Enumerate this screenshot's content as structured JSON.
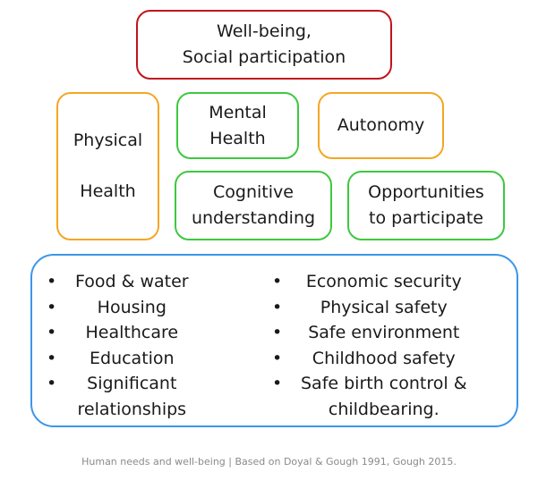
{
  "top_box": {
    "line1": "Well-being,",
    "line2": "Social participation"
  },
  "physical_health": {
    "line1": "Physical",
    "line2": "Health"
  },
  "mental_health": {
    "line1": "Mental",
    "line2": "Health"
  },
  "autonomy": {
    "line1": "Autonomy"
  },
  "cognitive": {
    "line1": "Cognitive",
    "line2": "understanding"
  },
  "opportunities": {
    "line1": "Opportunities",
    "line2": "to participate"
  },
  "needs": {
    "bullet": "•",
    "left": [
      "Food & water",
      "Housing",
      "Healthcare",
      "Education",
      "Significant",
      "relationships"
    ],
    "right": [
      "Economic security",
      "Physical safety",
      "Safe environment",
      "Childhood safety",
      "Safe birth control &",
      "childbearing."
    ]
  },
  "caption": "Human needs and well-being | Based on Doyal & Gough 1991, Gough 2015.",
  "colors": {
    "top_border": "#c0141e",
    "orange_border": "#f5a623",
    "green_border": "#3ec83e",
    "blue_border": "#3a96e8",
    "caption": "#8a8a8a"
  }
}
